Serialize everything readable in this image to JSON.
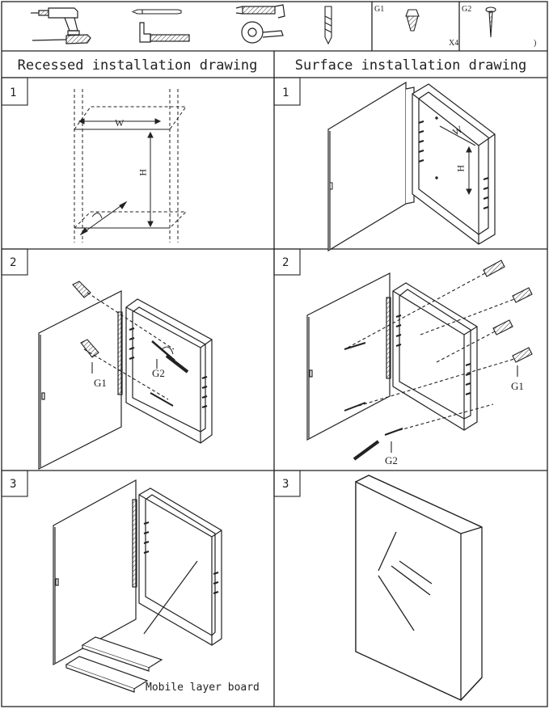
{
  "header": {
    "left_title": "Recessed installation drawing",
    "right_title": "Surface installation drawing"
  },
  "parts": {
    "g1_code": "G1",
    "g1_qty": "X4",
    "g2_code": "G2",
    "g2_qty": ")"
  },
  "steps": {
    "left": [
      "1",
      "2",
      "3"
    ],
    "right": [
      "1",
      "2",
      "3"
    ]
  },
  "labels": {
    "width": "W",
    "height": "H",
    "g1": "G1",
    "g2": "G2",
    "mobile_board": "Mobile layer board"
  }
}
